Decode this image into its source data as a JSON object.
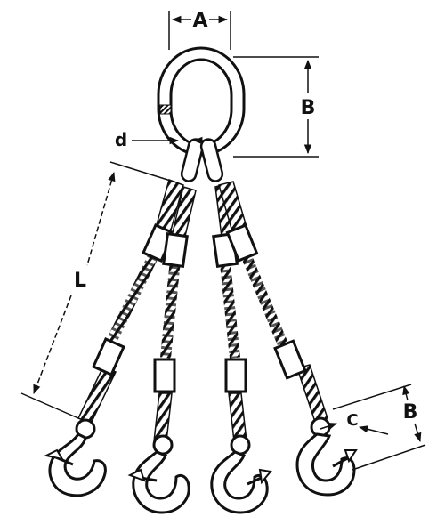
{
  "labels": {
    "A": "A",
    "B_top": "B",
    "d": "d",
    "L": "L",
    "C": "C",
    "B_hook": "B"
  },
  "colors": {
    "ink": "#111111",
    "paper": "#ffffff"
  },
  "icons": {
    "master_link": "oval-master-link-icon",
    "hook": "sling-hook-icon",
    "ferrule": "ferrule-sleeve-icon"
  }
}
